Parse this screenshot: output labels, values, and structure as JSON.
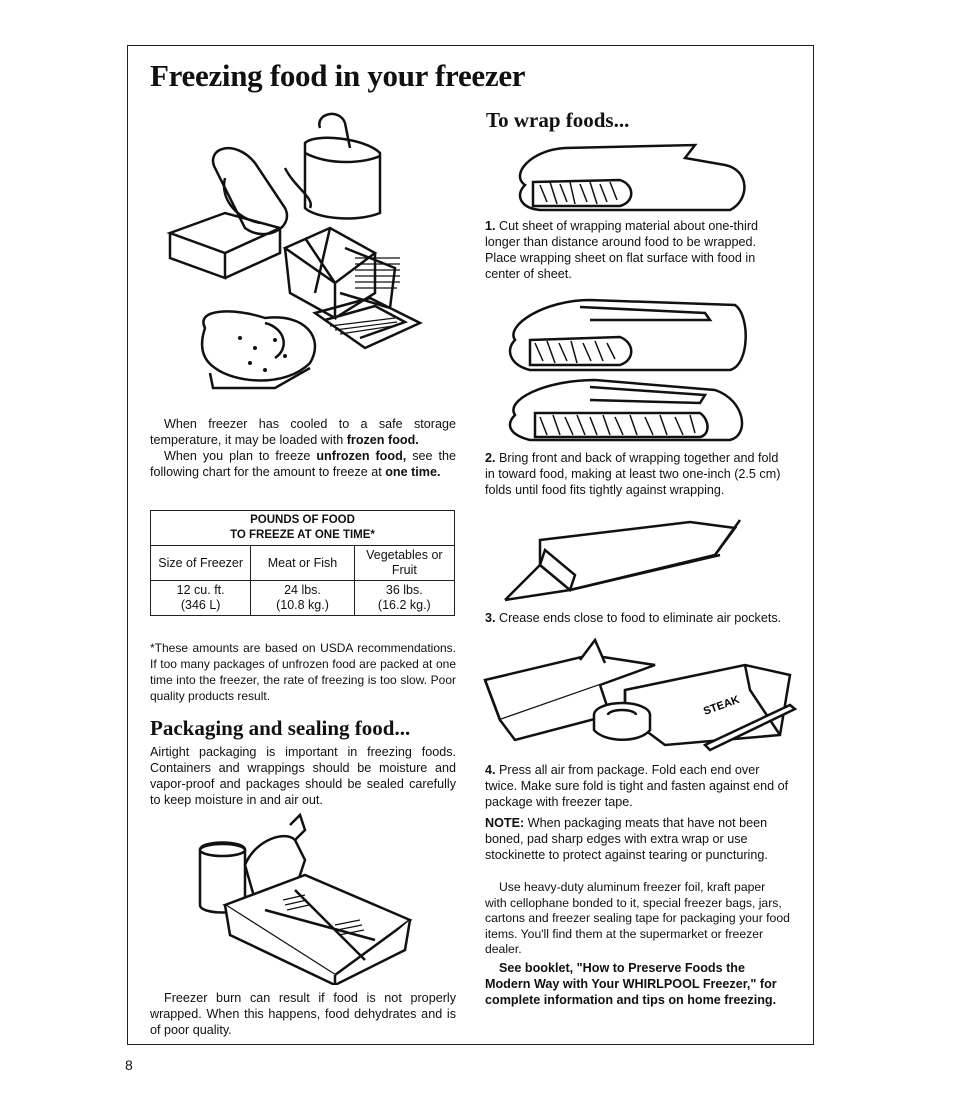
{
  "title": "Freezing food in your freezer",
  "left_column": {
    "intro_p1_a": "When freezer has cooled to a safe storage temperature, it may be loaded with ",
    "intro_p1_bold": "frozen food.",
    "intro_p2_a": "When you plan to freeze ",
    "intro_p2_bold": "unfrozen food,",
    "intro_p2_b": " see the following chart for the amount to freeze at ",
    "intro_p2_bold2": "one time.",
    "table": {
      "heading_line1": "POUNDS OF FOOD",
      "heading_line2": "TO FREEZE AT ONE TIME*",
      "col1_header": "Size of Freezer",
      "col2_header": "Meat or Fish",
      "col3_header": "Vegetables or Fruit",
      "col1_value_a": "12 cu. ft.",
      "col1_value_b": "(346 L)",
      "col2_value_a": "24 lbs.",
      "col2_value_b": "(10.8 kg.)",
      "col3_value_a": "36 lbs.",
      "col3_value_b": "(16.2 kg.)"
    },
    "footnote": "*These amounts are based on USDA recommendations. If too many packages of unfrozen food are packed at one time into the freezer, the rate of freezing is too slow. Poor quality products result.",
    "packaging_heading": "Packaging and sealing food...",
    "packaging_text": "Airtight packaging is important in freezing foods. Containers and wrappings should be moisture and vapor-proof and packages should be sealed carefully to keep moisture in and air out.",
    "freezer_burn_text": "Freezer burn can result if food is not properly wrapped. When this happens, food dehydrates and is of poor quality."
  },
  "right_column": {
    "wrap_heading": "To wrap foods...",
    "steps": [
      {
        "num": "1.",
        "text": "Cut sheet of wrapping material about one-third longer than distance around food to be wrapped. Place wrapping sheet on flat surface with food in center of sheet."
      },
      {
        "num": "2.",
        "text": "Bring front and back of wrapping together and fold in toward food, making at least two one-inch (2.5 cm) folds until food fits tightly against wrapping."
      },
      {
        "num": "3.",
        "text": "Crease ends close to food to eliminate air pockets."
      },
      {
        "num": "4.",
        "text": "Press all air from package. Fold each end over twice. Make sure fold is tight and fasten against end of package with freezer tape."
      }
    ],
    "note_label": "NOTE:",
    "note_text": " When packaging meats that have not been boned, pad sharp edges with extra wrap or use stockinette to protect against tearing or puncturing.",
    "note_p2": "Use heavy-duty aluminum freezer foil, kraft paper with cellophane bonded to it, special freezer bags, jars, cartons and freezer sealing tape for packaging your food items. You'll find them at the supermarket or freezer dealer.",
    "booklet_note": "See booklet, \"How to Preserve Foods the Modern Way with Your WHIRLPOOL Freezer,\" for complete information and tips on home freezing.",
    "tape_label": "STEAK"
  },
  "page_number": "8"
}
